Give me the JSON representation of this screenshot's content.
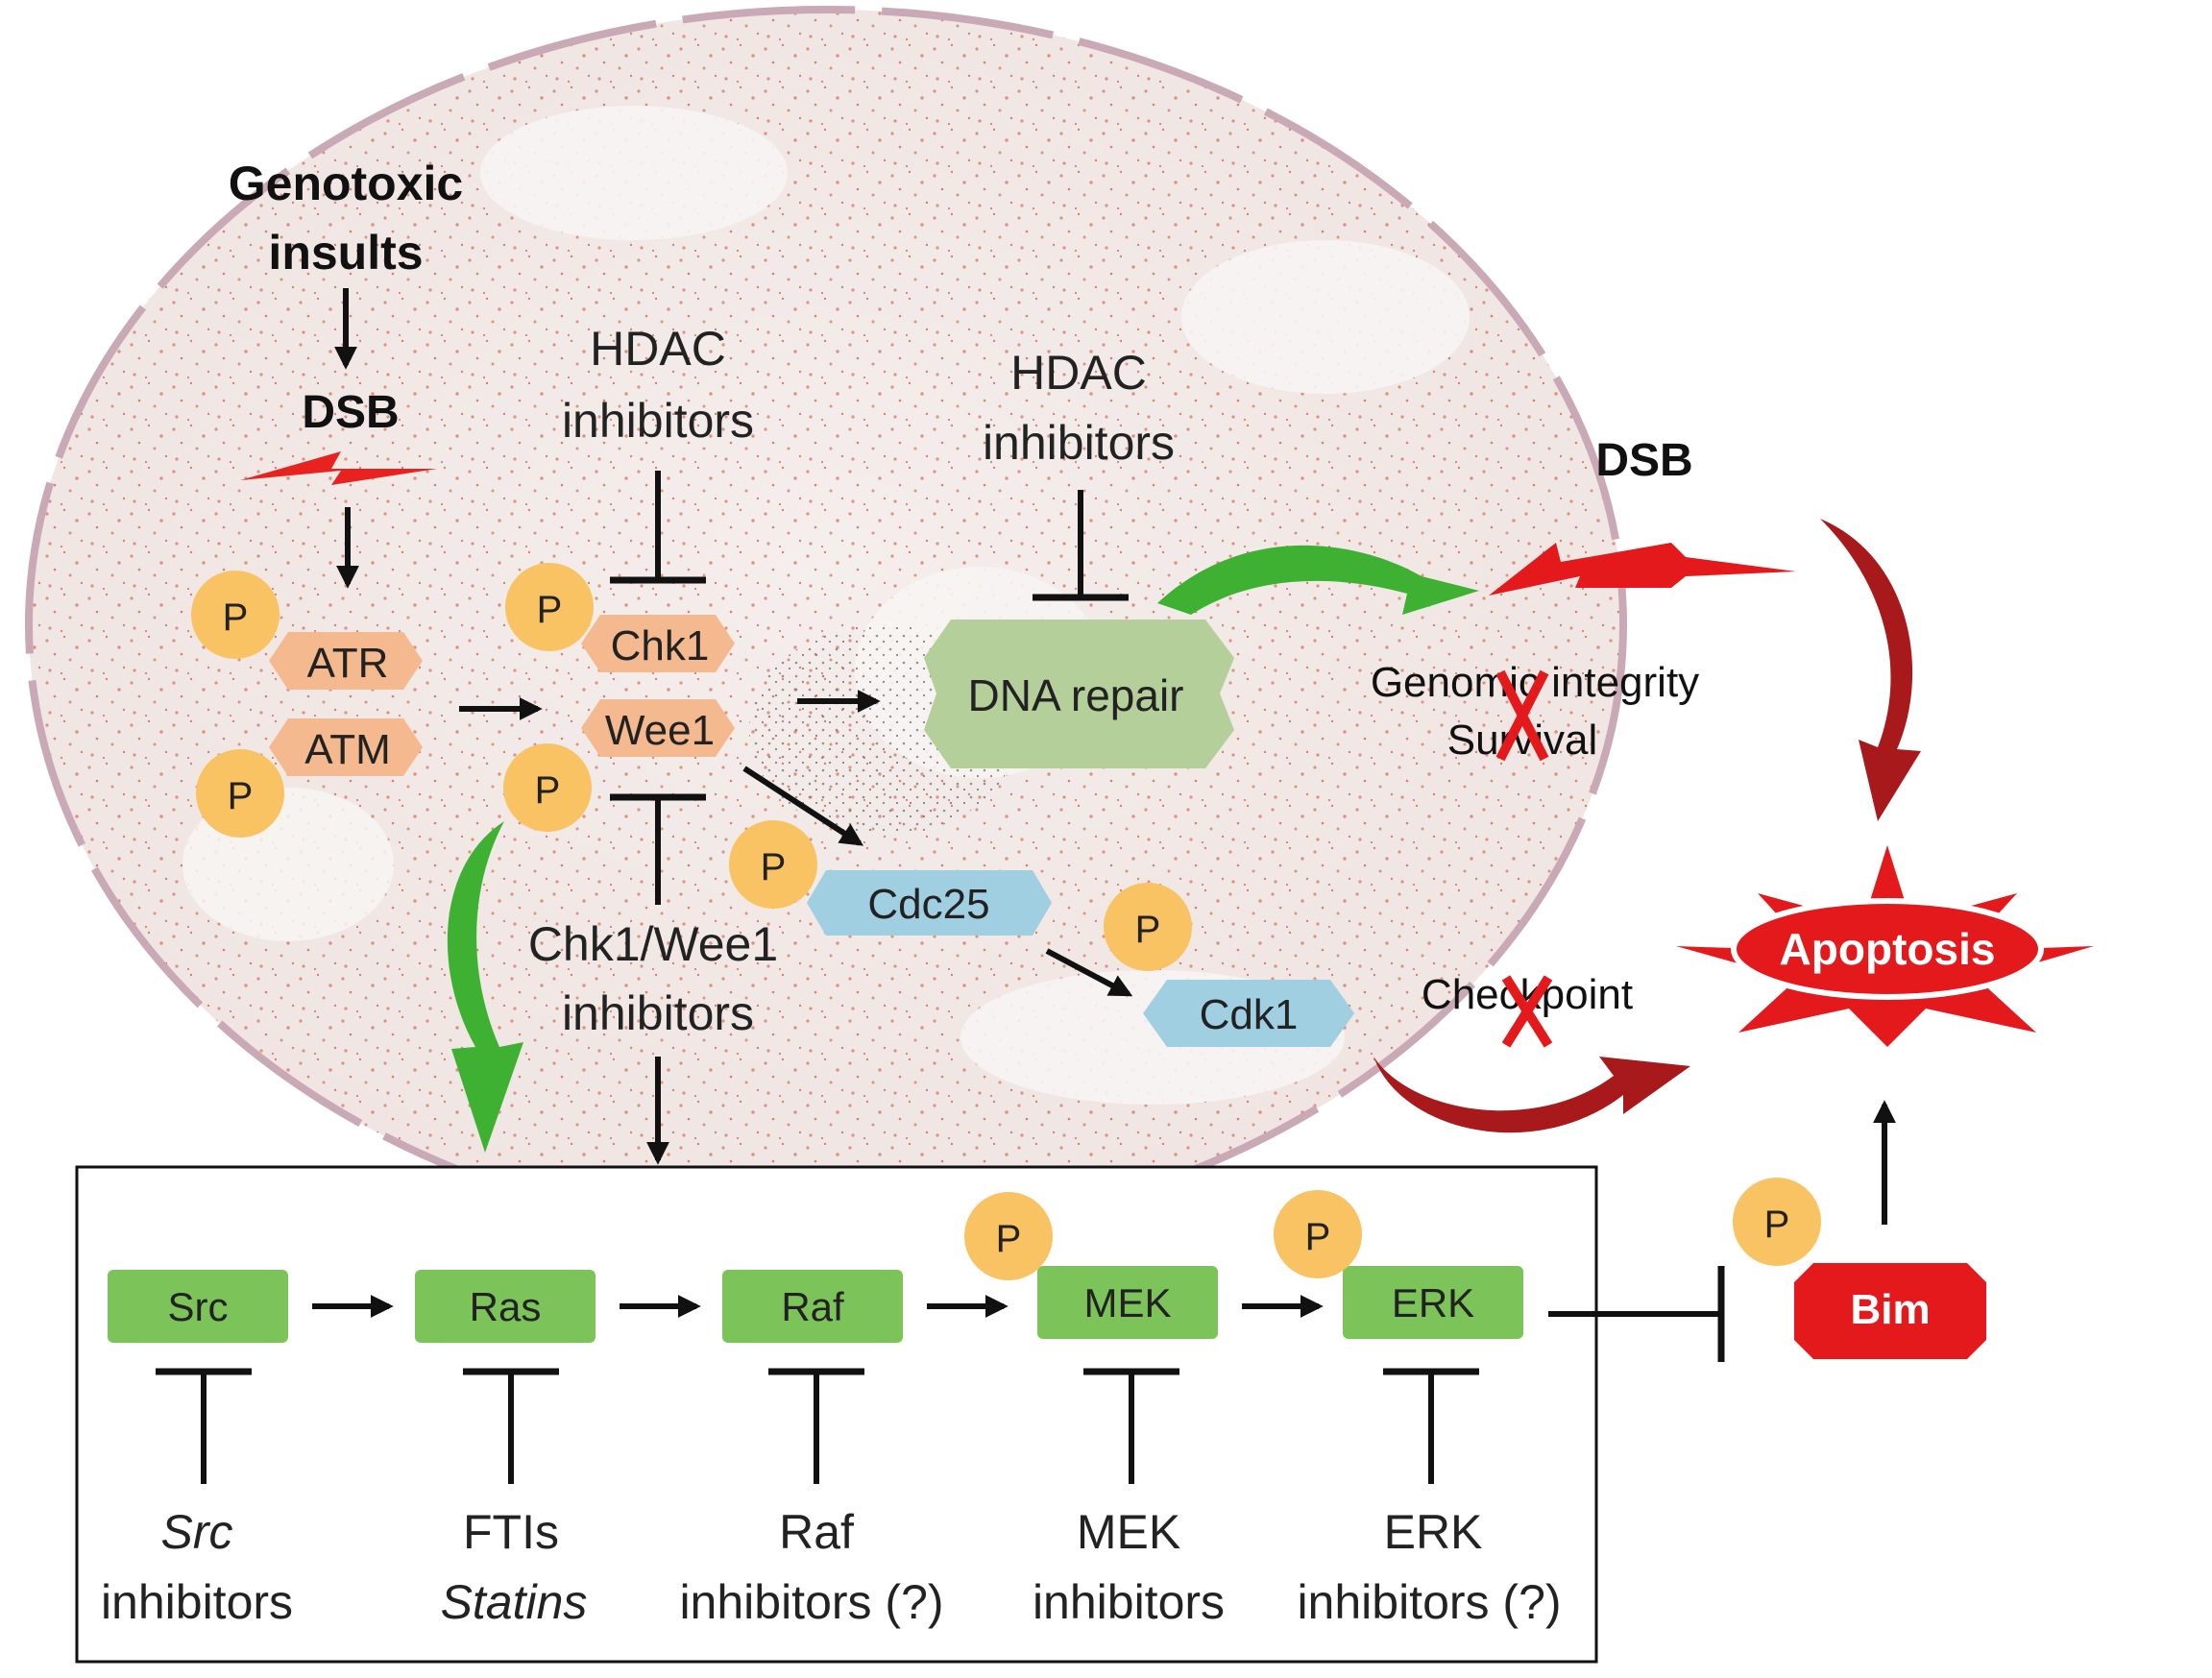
{
  "labels": {
    "genotoxic_line1": "Genotoxic",
    "genotoxic_line2": "insults",
    "dsb_left": "DSB",
    "dsb_right": "DSB",
    "hdac1_line1": "HDAC",
    "hdac1_line2": "inhibitors",
    "hdac2_line1": "HDAC",
    "hdac2_line2": "inhibitors",
    "chkwee_inh_line1": "Chk1/Wee1",
    "chkwee_inh_line2": "inhibitors",
    "genomic_integrity": "Genomic integrity",
    "survival": "Survival",
    "checkpoint": "Checkpoint",
    "apoptosis": "Apoptosis",
    "phospho": "P"
  },
  "proteins": {
    "atr": "ATR",
    "atm": "ATM",
    "chk1": "Chk1",
    "wee1": "Wee1",
    "dna_repair": "DNA repair",
    "cdc25": "Cdc25",
    "cdk1": "Cdk1",
    "bim": "Bim"
  },
  "pathway": [
    {
      "kinase": "Src",
      "inhibitor_line1": "Src",
      "inhibitor_line2": "inhibitors"
    },
    {
      "kinase": "Ras",
      "inhibitor_line1": "FTIs",
      "inhibitor_line2": "Statins"
    },
    {
      "kinase": "Raf",
      "inhibitor_line1": "Raf",
      "inhibitor_line2": "inhibitors (?)"
    },
    {
      "kinase": "MEK",
      "inhibitor_line1": "MEK",
      "inhibitor_line2": "inhibitors"
    },
    {
      "kinase": "ERK",
      "inhibitor_line1": "ERK",
      "inhibitor_line2": "inhibitors (?)"
    }
  ],
  "colors": {
    "membrane": "#c9a9b6",
    "speckle": "#d9826b",
    "kinase_orange": "#f4b98f",
    "phospho_yellow": "#f9c363",
    "cdc_blue": "#9fcfe0",
    "repair_green": "#b5cf9b",
    "mapk_green": "#7cc35a",
    "apoptosis_red": "#e3191c",
    "dark_red": "#a8191c",
    "green_arrow": "#3fb132"
  }
}
